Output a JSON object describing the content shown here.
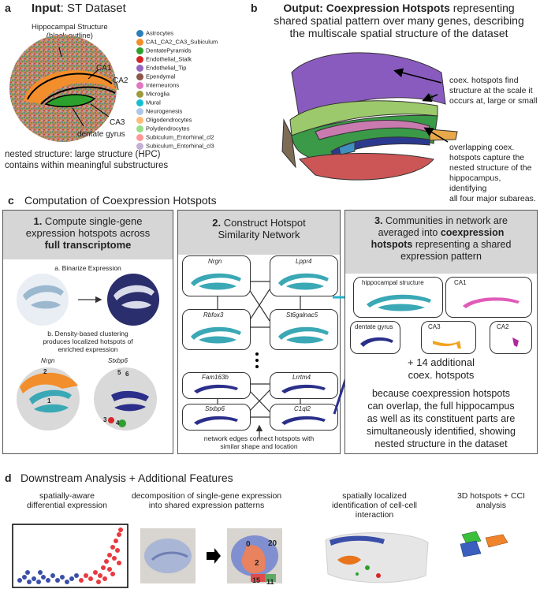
{
  "panel_a": {
    "letter": "a",
    "title_bold": "Input",
    "title_rest": ": ST Dataset",
    "hpc_label_line1": "Hippocampal Structure",
    "hpc_label_line2": "(black outline)",
    "ca1": "CA1",
    "ca2": "CA2",
    "ca3": "CA3",
    "dg": "dentate gyrus",
    "caption_line1": "nested structure: large structure (HPC)",
    "caption_line2": "contains within meaningful substructures",
    "legend": [
      {
        "label": "Astrocytes",
        "color": "#2c7fb8"
      },
      {
        "label": "CA1_CA2_CA3_Subiculum",
        "color": "#f28e2b"
      },
      {
        "label": "DentatePyramids",
        "color": "#2ca02c"
      },
      {
        "label": "Endothelial_Stalk",
        "color": "#d62728"
      },
      {
        "label": "Endothelial_Tip",
        "color": "#9467bd"
      },
      {
        "label": "Ependymal",
        "color": "#8c564b"
      },
      {
        "label": "Interneurons",
        "color": "#e377c2"
      },
      {
        "label": "Microglia",
        "color": "#9c9c3c"
      },
      {
        "label": "Mural",
        "color": "#17becf"
      },
      {
        "label": "Neurogenesis",
        "color": "#aec7e8"
      },
      {
        "label": "Oligodendrocytes",
        "color": "#ffbb78"
      },
      {
        "label": "Polydendrocytes",
        "color": "#98df8a"
      },
      {
        "label": "Subiculum_Entorhinal_cl2",
        "color": "#ff9896"
      },
      {
        "label": "Subiculum_Entorhinal_cl3",
        "color": "#c5b0d5"
      }
    ]
  },
  "panel_b": {
    "letter": "b",
    "title_bold1": "Output: Coexpression Hotspots",
    "title_rest1": " representing",
    "title_line2": "shared spatial pattern over many genes, describing",
    "title_line3": "the multiscale spatial structure of the dataset",
    "note1": [
      "coex. hotspots find",
      "structure at the scale it",
      "occurs at, large or small"
    ],
    "note2": [
      "overlapping coex.",
      "hotspots capture the",
      "nested structure of the",
      "hippocampus, identifying",
      "all four major subareas."
    ]
  },
  "panel_c": {
    "letter": "c",
    "title": "Computation of Coexpression Hotspots",
    "box1": {
      "num": "1.",
      "line1": " Compute single-gene",
      "line2": "expression hotspots across",
      "line3": "full transcriptome",
      "step_a": "a. Binarize Expression",
      "step_b1": "b. Density-based clustering",
      "step_b2": "produces localized hotspots of",
      "step_b3": "enriched expression",
      "gene1": "Nrgn",
      "gene2": "Stxbp6",
      "c2": "2",
      "c1": "1",
      "c5": "5",
      "c6": "6",
      "c3": "3",
      "c4": "4"
    },
    "box2": {
      "num": "2.",
      "line1": " Construct Hotspot",
      "line2": "Similarity Network",
      "genes": [
        "Nrgn",
        "Lppr4",
        "Rbfox3",
        "St6galnac5",
        "Fam163b",
        "Lrrtm4",
        "Stxbp6",
        "C1ql2"
      ],
      "caption1": "network edges connect hotspots with",
      "caption2": "similar shape and location"
    },
    "box3": {
      "num": "3.",
      "line1": " Communities in network are",
      "line2a": "averaged into ",
      "line2b": "coexpression",
      "line3a": "hotspots",
      "line3b": " representing a shared",
      "line4": "expression pattern",
      "labels": [
        "hippocampal structure",
        "CA1",
        "dentate gyrus",
        "CA3",
        "CA2"
      ],
      "additional1": "+ 14 additional",
      "additional2": "coex. hotspots",
      "para": [
        "because coexpression hotspots",
        "can overlap, the full hippocampus",
        "as well as its constituent parts are",
        "simultaneously identified, showing",
        "nested structure in the dataset"
      ]
    }
  },
  "panel_d": {
    "letter": "d",
    "title": "Downstream Analysis + Additional Features",
    "cap1": [
      "spatially-aware",
      "differential expression"
    ],
    "cap2": [
      "decomposition of single-gene expression",
      "into shared expression patterns"
    ],
    "cap3": [
      "spatially localized",
      "identification of cell-cell",
      "interaction"
    ],
    "cap4": [
      "3D hotspots + CCI",
      "analysis"
    ],
    "nums": [
      "0",
      "20",
      "2",
      "15",
      "11"
    ]
  },
  "colors": {
    "teal": "#3aa8b5",
    "navy": "#2b2f8a",
    "pink": "#e05bb8",
    "orange": "#f3a21f",
    "magenta": "#b0289e",
    "arrow_teal": "#25b3cf",
    "arrow_navy": "#2b3190",
    "head_gray": "#d6d6d6"
  }
}
